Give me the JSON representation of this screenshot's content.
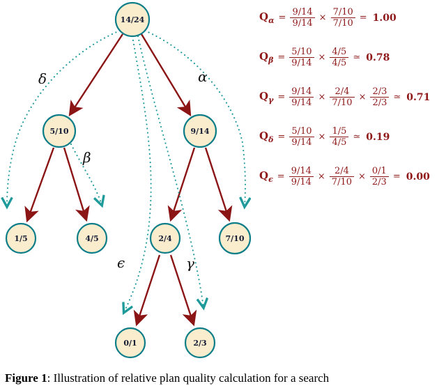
{
  "figure": {
    "caption_label": "Figure 1",
    "caption_rest": ": Illustration of relative plan quality calculation for a search"
  },
  "tree": {
    "nodes": [
      {
        "label": "14/24"
      },
      {
        "label": "5/10"
      },
      {
        "label": "9/14"
      },
      {
        "label": "1/5"
      },
      {
        "label": "4/5"
      },
      {
        "label": "2/4"
      },
      {
        "label": "7/10"
      },
      {
        "label": "0/1"
      },
      {
        "label": "2/3"
      }
    ],
    "plan_labels": {
      "delta": "δ",
      "alpha": "α",
      "beta": "β",
      "epsilon": "ϵ",
      "gamma": "γ"
    }
  },
  "equations": [
    {
      "q": "Q",
      "sub": "α",
      "eq": "=",
      "t1n": "9/14",
      "t1d": "9/14",
      "x1": "×",
      "t2n": "7/10",
      "t2d": "7/10",
      "rel": "=",
      "value": "1.00"
    },
    {
      "q": "Q",
      "sub": "β",
      "eq": "=",
      "t1n": "5/10",
      "t1d": "9/14",
      "x1": "×",
      "t2n": "4/5",
      "t2d": "4/5",
      "rel": "≃",
      "value": "0.78"
    },
    {
      "q": "Q",
      "sub": "γ",
      "eq": "=",
      "t1n": "9/14",
      "t1d": "9/14",
      "x1": "×",
      "t2n": "2/4",
      "t2d": "7/10",
      "x2": "×",
      "t3n": "2/3",
      "t3d": "2/3",
      "rel": "≃",
      "value": "0.71"
    },
    {
      "q": "Q",
      "sub": "δ",
      "eq": "=",
      "t1n": "5/10",
      "t1d": "9/14",
      "x1": "×",
      "t2n": "1/5",
      "t2d": "4/5",
      "rel": "≃",
      "value": "0.19"
    },
    {
      "q": "Q",
      "sub": "ϵ",
      "eq": "=",
      "t1n": "9/14",
      "t1d": "9/14",
      "x1": "×",
      "t2n": "2/4",
      "t2d": "7/10",
      "x2": "×",
      "t3n": "0/1",
      "t3d": "2/3",
      "rel": "=",
      "value": "0.00"
    }
  ],
  "colors": {
    "node_fill": "#f9edcd",
    "node_border": "#0d7d89",
    "solid_arrow": "#8b1414",
    "dotted_arrow": "#1f9a9a",
    "equation_text": "#8e1717"
  }
}
